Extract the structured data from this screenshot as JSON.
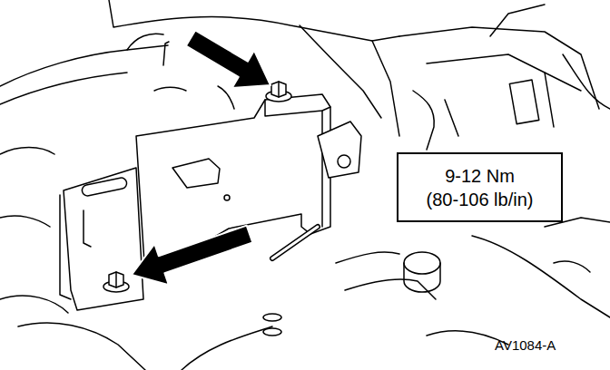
{
  "diagram": {
    "nodes": [
      {
        "text": [
          "9-12 Nm",
          "(80-106 lb/in)"
        ]
      }
    ],
    "labels": [
      "AV1084-A"
    ]
  }
}
